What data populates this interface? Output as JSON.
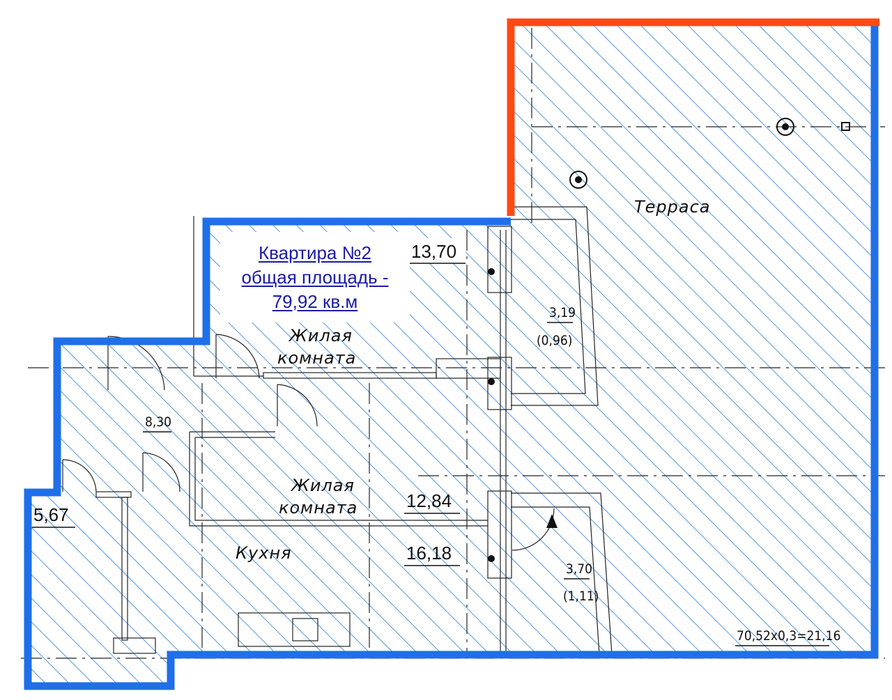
{
  "apartment": {
    "title": "Квартира №2",
    "area_label": "общая площадь -",
    "area_value": "79,92 кв.м"
  },
  "rooms": {
    "terrace": "Терраса",
    "living1_line1": "Жилая",
    "living1_line2": "комната",
    "living2_line1": "Жилая",
    "living2_line2": "комната",
    "kitchen": "Кухня"
  },
  "areas": {
    "living1": "13,70",
    "hall": "8,30",
    "bath": "5,67",
    "living2": "12,84",
    "kitchen": "16,18",
    "balcony1": "3,19",
    "balcony1_reduced": "(0,96)",
    "balcony2": "3,70",
    "balcony2_reduced": "(1,11)",
    "terrace_formula": "70,52x0,3=21,16"
  },
  "colors": {
    "outline_blue": "#1f6fe8",
    "terrace_edge": "#ff4a14",
    "hatch": "#2a7fd6",
    "title_text": "#1a1aa8"
  }
}
